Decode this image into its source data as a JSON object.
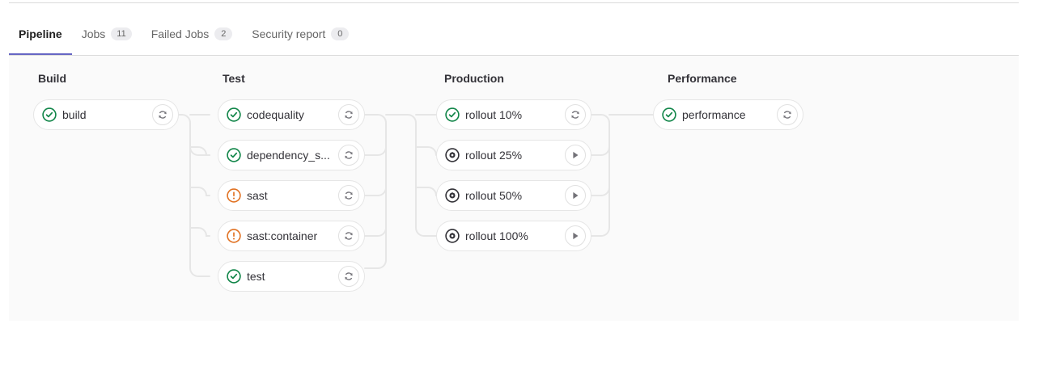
{
  "tabs": [
    {
      "label": "Pipeline",
      "badge": null,
      "active": true,
      "name": "tab-pipeline"
    },
    {
      "label": "Jobs",
      "badge": "11",
      "active": false,
      "name": "tab-jobs"
    },
    {
      "label": "Failed Jobs",
      "badge": "2",
      "active": false,
      "name": "tab-failed-jobs"
    },
    {
      "label": "Security report",
      "badge": "0",
      "active": false,
      "name": "tab-security-report"
    }
  ],
  "colors": {
    "accent": "#6666c4",
    "success": "#108548",
    "warning": "#e17223",
    "manual": "#333238",
    "canvas_bg": "#fafafa",
    "border": "#dbdbdb",
    "edge": "#e6e6e6"
  },
  "pipeline": {
    "stages": [
      {
        "title": "Build",
        "jobs": [
          {
            "name": "build",
            "status": "success",
            "action": "retry",
            "action_label": "Retry"
          }
        ]
      },
      {
        "title": "Test",
        "jobs": [
          {
            "name": "codequality",
            "status": "success",
            "action": "retry",
            "action_label": "Retry"
          },
          {
            "name": "dependency_s...",
            "status": "success",
            "action": "retry",
            "action_label": "Retry"
          },
          {
            "name": "sast",
            "status": "warning",
            "action": "retry",
            "action_label": "Retry"
          },
          {
            "name": "sast:container",
            "status": "warning",
            "action": "retry",
            "action_label": "Retry"
          },
          {
            "name": "test",
            "status": "success",
            "action": "retry",
            "action_label": "Retry"
          }
        ]
      },
      {
        "title": "Production",
        "jobs": [
          {
            "name": "rollout 10%",
            "status": "success",
            "action": "retry",
            "action_label": "Retry"
          },
          {
            "name": "rollout 25%",
            "status": "manual",
            "action": "play",
            "action_label": "Play"
          },
          {
            "name": "rollout 50%",
            "status": "manual",
            "action": "play",
            "action_label": "Play"
          },
          {
            "name": "rollout 100%",
            "status": "manual",
            "action": "play",
            "action_label": "Play"
          }
        ]
      },
      {
        "title": "Performance",
        "jobs": [
          {
            "name": "performance",
            "status": "success",
            "action": "retry",
            "action_label": "Retry"
          }
        ]
      }
    ]
  }
}
